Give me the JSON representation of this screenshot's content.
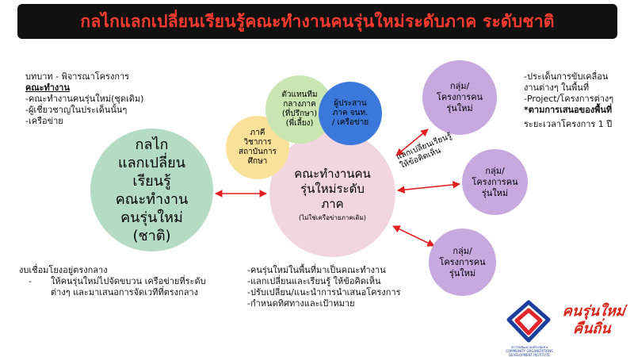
{
  "title": "กลไกแลกเปลี่ยนเรียนรู้คณะทำงานคนรุ่นใหม่ระดับภาค ระดับชาติ",
  "colors": {
    "title_bg": "#111111",
    "title_text": "#ff3b2f",
    "arrow": "#e02020",
    "main_circle": "#b4dbc4",
    "center_circle": "#f1d6e0",
    "yellow_circle": "#fae19a",
    "green_circle": "#c9e6b2",
    "blue_circle": "#3b78db",
    "purple_circle": "#c7a8df"
  },
  "left_top": {
    "line1": "บทบาท - พิจารณาโครงการ",
    "heading": "คณะทำงาน",
    "items": [
      "-คณะทำงานคนรุ่นใหม่(ชุดเดิม)",
      "-ผู้เชี่ยวชาญในประเด็นนั้นๆ",
      "-เครือข่าย"
    ]
  },
  "main_circle": {
    "lines": [
      "กลไก",
      "แลกเปลี่ยน",
      "เรียนรู้",
      "คณะทำงาน",
      "คนรุ่นใหม่",
      "(ชาติ)"
    ]
  },
  "left_bottom": {
    "line1": "งบเชื่อมโยงอยู่ตรงกลาง",
    "dash": "-",
    "item_line1": "ให้คนรุ่นใหม่ไปจัดขบวน เครือข่ายที่ระดับ",
    "item_line2": "ต่างๆ และมาเสนอการจัดเวทีที่ตรงกลาง"
  },
  "yellow_circle": {
    "lines": [
      "ภาคี",
      "วิชาการ",
      "สถาบันการ",
      "ศึกษา"
    ]
  },
  "green_circle": {
    "lines": [
      "ตัวแทนทีม",
      "กลางภาค",
      "(ที่ปรึกษา)",
      "(พี่เลี้ยง)"
    ]
  },
  "blue_circle": {
    "lines": [
      "ผู้ประสาน",
      "ภาค จนท.",
      "/ เครือข่าย"
    ]
  },
  "center_circle": {
    "lines": [
      "คณะทำงานคน",
      "รุ่นใหม่ระดับ",
      "ภาค"
    ],
    "note": "(ไม่ใช่เครือข่ายภาคเดิม)"
  },
  "center_bottom": {
    "items": [
      "-คนรุ่นใหม่ในพื้นที่มาเป็นคณะทำงาน",
      "-แลกเปลี่ยนและเรียนรู้ ให้ข้อคิดเห็น",
      "-ปรับเปลี่ยน/แนะนำการนำเสนอโครงการ",
      "-กำหนดทิศทางและเป้าหมาย"
    ]
  },
  "exchange_label": [
    "แลกเปลี่ยนเรียนรู้",
    "ให้ข้อคิดเห็น"
  ],
  "purple_circles": [
    {
      "lines": [
        "กลุ่ม/",
        "โครงการคน",
        "รุ่นใหม่"
      ]
    },
    {
      "lines": [
        "กลุ่ม/",
        "โครงการคน",
        "รุ่นใหม่"
      ]
    },
    {
      "lines": [
        "กลุ่ม/",
        "โครงการคน",
        "รุ่นใหม่"
      ]
    }
  ],
  "right_top": {
    "lines": [
      "-ประเด็นการขับเคลื่อน",
      "งานต่างๆ ในพื้นที่",
      "-Project/โครงการต่างๆ"
    ],
    "bold_line": "*ตามการเสนอของพื้นที่",
    "last_line": "ระยะเวลาโครงการ 1 ปี"
  },
  "logo": {
    "icon": "organization-logo-icon",
    "caption_line1": "สถาบันพัฒนาองค์กรชุมชน",
    "caption_line2": "COMMUNITY ORGANIZATIONS DEVELOPMENT INSTITUTE"
  },
  "slogan": [
    "คนรุ่นใหม่",
    "คืนถิ่น"
  ]
}
